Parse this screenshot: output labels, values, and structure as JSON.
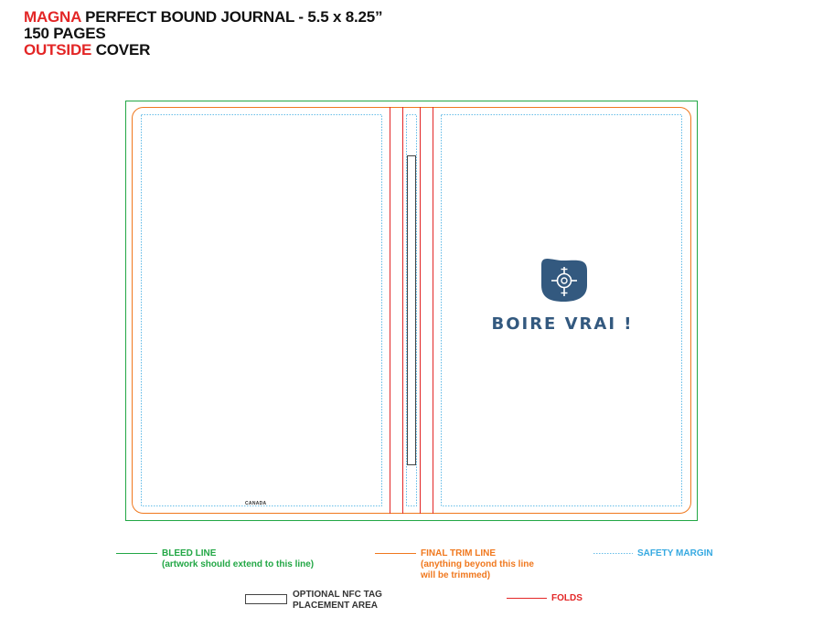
{
  "header": {
    "line1_highlight": "MAGNA",
    "line1_rest": "PERFECT BOUND JOURNAL - 5.5 x 8.25”",
    "line2": "150 PAGES",
    "line3_highlight": "OUTSIDE",
    "line3_rest": "COVER"
  },
  "cover": {
    "brand_text": "BOIRE VRAI !",
    "back_cover_imprint": "CANADA",
    "logo_icon": "crosshair-target-icon"
  },
  "legend": {
    "bleed_title": "BLEED LINE",
    "bleed_note": "(artwork should extend to this line)",
    "trim_title": "FINAL TRIM LINE",
    "trim_note_1": "(anything beyond this line",
    "trim_note_2": "will be trimmed)",
    "safety_title": "SAFETY MARGIN",
    "nfc_title_1": "OPTIONAL NFC TAG",
    "nfc_title_2": "PLACEMENT AREA",
    "folds_title": "FOLDS"
  },
  "colors": {
    "bleed": "#22a745",
    "trim": "#f0781e",
    "safety": "#36a9e1",
    "folds": "#e32626",
    "brand": "#33597f"
  }
}
